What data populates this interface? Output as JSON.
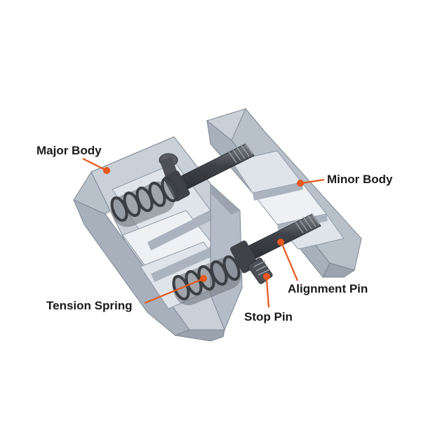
{
  "labels": {
    "major_body": "Major Body",
    "minor_body": "Minor Body",
    "alignment_pin": "Alignment Pin",
    "tension_spring": "Tension Spring",
    "stop_pin": "Stop Pin"
  },
  "colors": {
    "leader": "#e8581c",
    "body_top": "#c9d0d8",
    "body_side": "#a7b0bb",
    "body_dark": "#8d97a3",
    "pin": "#4d5157",
    "text": "#1a1a1a"
  }
}
